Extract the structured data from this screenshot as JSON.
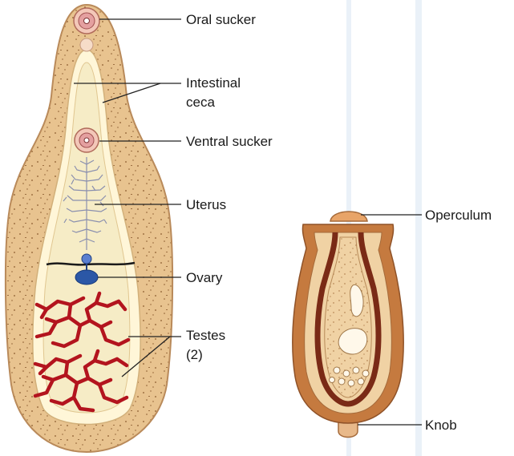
{
  "figure": {
    "labels": {
      "oral_sucker": "Oral sucker",
      "intestinal_line1": "Intestinal",
      "intestinal_line2": "ceca",
      "ventral_sucker": "Ventral sucker",
      "uterus": "Uterus",
      "ovary": "Ovary",
      "testes_line1": "Testes",
      "testes_line2": "(2)",
      "operculum": "Operculum",
      "knob": "Knob"
    },
    "colors": {
      "body_fill": "#e9c796",
      "body_outline": "#b98a5a",
      "inner_field": "#f6ecc6",
      "ceca": "#fff6d8",
      "testes": "#b3141e",
      "ovary": "#2b57a6",
      "uterus": "#8a8fae",
      "sucker": "#e4a0a0",
      "egg_shell": "#c57a3f",
      "egg_inner_band": "#7a2a16",
      "egg_fill": "#f0d2a4",
      "background_stripe": "#eaf1f8"
    }
  }
}
